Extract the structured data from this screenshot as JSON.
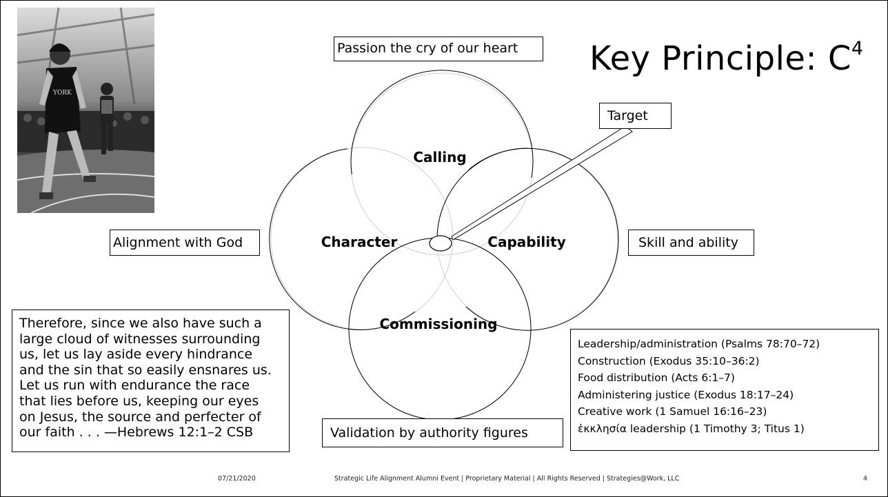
{
  "slide": {
    "title": "Key Principle: C",
    "title_superscript": "4",
    "circles": {
      "top": "Calling",
      "left": "Character",
      "right": "Capability",
      "bottom": "Commissioning"
    },
    "callouts": {
      "top": "Passion the cry of our heart",
      "left": "Alignment with God",
      "right": "Skill and ability",
      "bottom": "Validation by authority figures",
      "target": "Target"
    },
    "quote_lines": [
      "Therefore, since we also have such a",
      "large cloud of witnesses surrounding",
      "us, let us lay aside every hindrance",
      "and the sin that so easily ensnares us.",
      "Let us run with endurance the race",
      "that lies before us, keeping our eyes",
      "on Jesus, the source and perfecter of",
      "our faith . . . —Hebrews 12:1–2 CSB"
    ],
    "examples": [
      "Leadership/administration (Psalms 78:70–72)",
      "Construction (Exodus 35:10–36:2)",
      "Food distribution (Acts 6:1–7)",
      "Administering justice (Exodus 18:17–24)",
      "Creative work (1 Samuel 16:16–23)",
      "ἐκκλησία leadership (1 Timothy 3; Titus 1)"
    ],
    "photo_label": "YORK",
    "footer": {
      "date": "07/21/2020",
      "center": "Strategic Life Alignment Alumni Event | Proprietary Material | All Rights Reserved | Strategies@Work, LLC",
      "page": "4"
    }
  }
}
